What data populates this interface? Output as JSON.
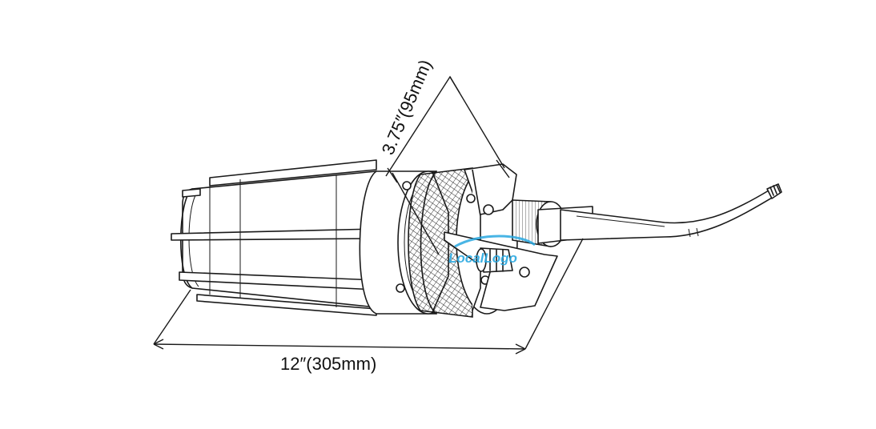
{
  "dimensions": {
    "diameter_label": "3.75″(95mm)",
    "length_label": "12″(305mm)"
  },
  "watermark": {
    "text": "LocalLogo",
    "color": "#29a8e0"
  },
  "colors": {
    "ink": "#1a1a1a",
    "background": "#ffffff"
  }
}
